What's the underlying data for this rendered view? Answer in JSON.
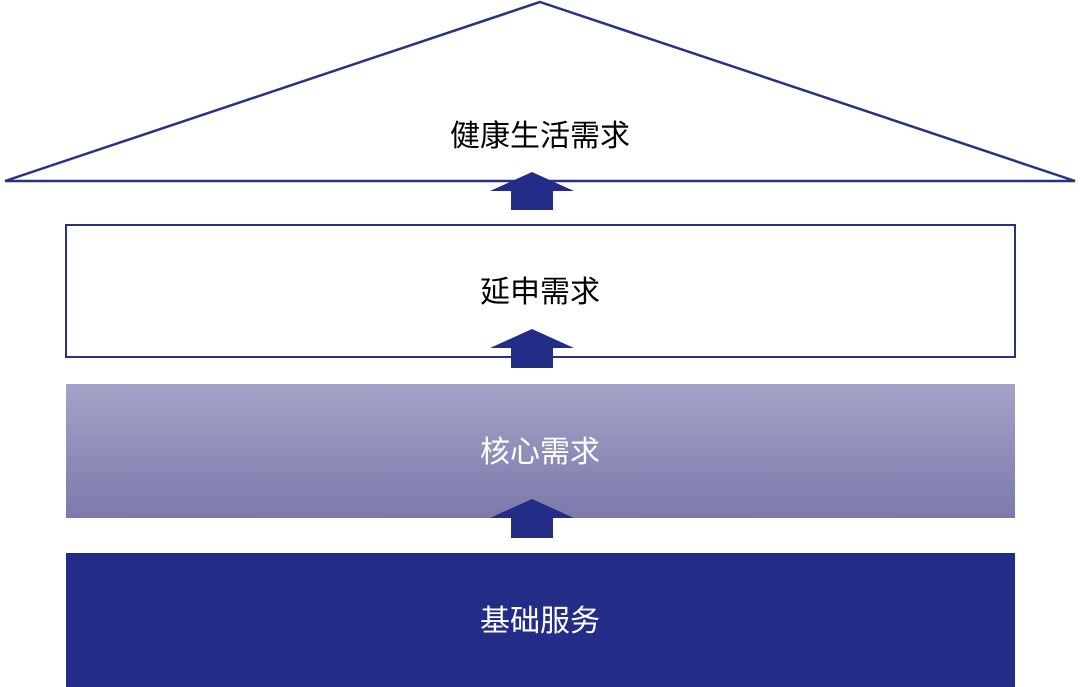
{
  "layers": {
    "roof": {
      "label": "健康生活需求"
    },
    "extended": {
      "label": "延申需求"
    },
    "core": {
      "label": "核心需求"
    },
    "base": {
      "label": "基础服务"
    }
  },
  "colors": {
    "navy": "#232c87",
    "outline": "#28337f",
    "text_dark": "#000000",
    "text_light": "#ffffff",
    "core_gradient_top": "#a4a3c8",
    "core_gradient_bottom": "#7b7aab"
  }
}
